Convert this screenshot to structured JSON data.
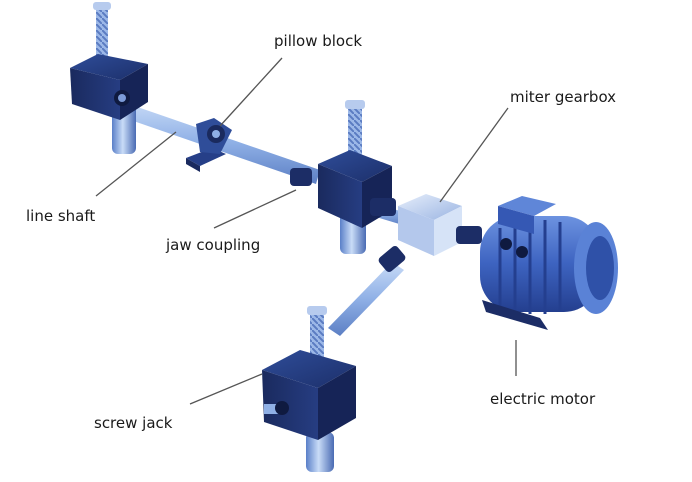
{
  "labels": {
    "pillow_block": "pillow block",
    "miter_gearbox": "miter gearbox",
    "line_shaft": "line shaft",
    "jaw_coupling": "jaw coupling",
    "electric_motor": "electric motor",
    "screw_jack": "screw jack"
  },
  "colors": {
    "accent_dark": "#1d2f6b",
    "accent_mid": "#3a5fb5",
    "shaft": "#8fb0e6",
    "leader": "#555555"
  }
}
